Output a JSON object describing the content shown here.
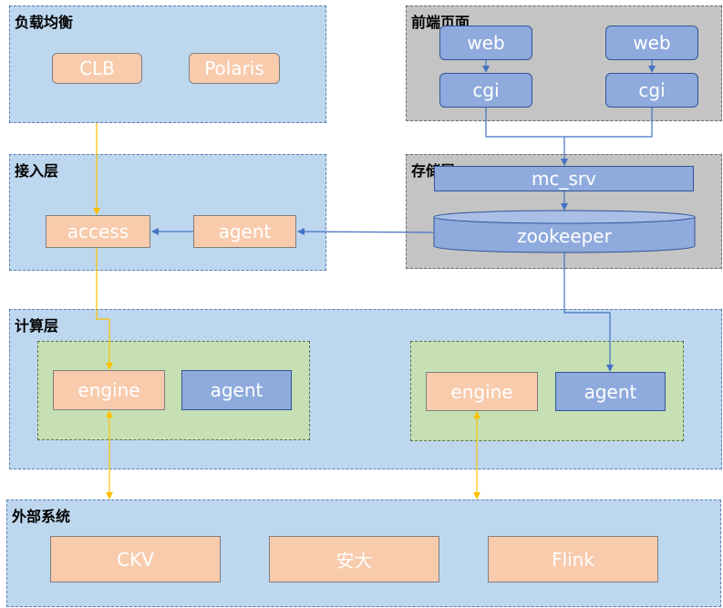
{
  "groups": {
    "load_balance": {
      "title": "负载均衡",
      "nodes": [
        "CLB",
        "Polaris"
      ]
    },
    "frontend": {
      "title": "前端页面",
      "nodes": [
        "web",
        "web",
        "cgi",
        "cgi"
      ]
    },
    "access_layer": {
      "title": "接入层",
      "nodes": [
        "access",
        "agent"
      ]
    },
    "storage_layer": {
      "title": "存储层",
      "nodes": [
        "mc_srv",
        "zookeeper"
      ]
    },
    "compute_layer": {
      "title": "计算层",
      "clusters": [
        {
          "nodes": [
            "engine",
            "agent"
          ]
        },
        {
          "nodes": [
            "engine",
            "agent"
          ]
        }
      ]
    },
    "external": {
      "title": "外部系统",
      "nodes": [
        "CKV",
        "安大",
        "Flink"
      ]
    }
  },
  "colors": {
    "layer_fill": "#bdd7ee",
    "storage_fill": "#c4c4c4",
    "cluster_fill": "#c6e0b4",
    "orange_node": "#f8cbad",
    "blue_node": "#8faadc",
    "orange_line": "#ffc000",
    "blue_line": "#4472c4"
  }
}
